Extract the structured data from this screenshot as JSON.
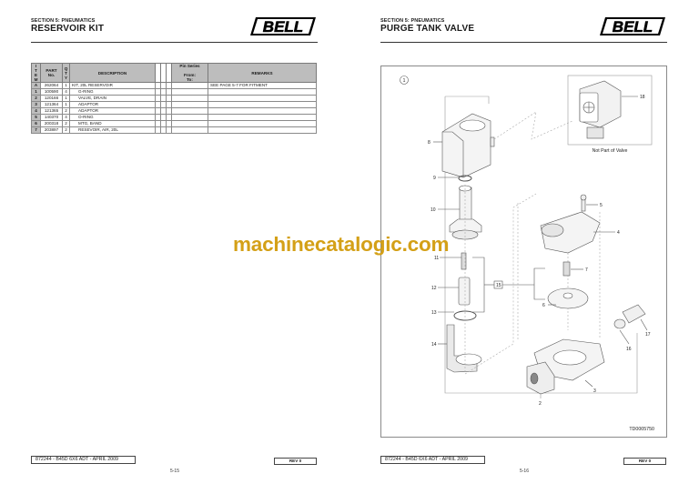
{
  "watermark": "machinecatalogic.com",
  "brand": {
    "logo_text": "BELL"
  },
  "pages": [
    {
      "section": "SECTION 5: PNEUMATICS",
      "title": "RESERVOIR KIT",
      "table": {
        "headers": {
          "item": [
            "I",
            "T",
            "E",
            "M"
          ],
          "part": [
            "PART",
            "No."
          ],
          "qty": [
            "Q",
            "T",
            "Y"
          ],
          "description": "DESCRIPTION",
          "pin_series": "Pin Series",
          "from": "From:",
          "to": "To:",
          "remarks": "REMARKS"
        },
        "rows": [
          {
            "item": "A",
            "part": "262064",
            "qty": "1",
            "description": "KIT, 20L RESERVOIR",
            "indent": false,
            "remarks": "SEE PAGE 5-7 FOR FITMENT"
          },
          {
            "item": "1",
            "part": "100590",
            "qty": "4",
            "description": "G-RING",
            "indent": true,
            "remarks": ""
          },
          {
            "item": "2",
            "part": "120166",
            "qty": "1",
            "description": "VALVE, DRAIN",
            "indent": true,
            "remarks": ""
          },
          {
            "item": "3",
            "part": "121364",
            "qty": "1",
            "description": "ADAPTOR",
            "indent": true,
            "remarks": ""
          },
          {
            "item": "4",
            "part": "121365",
            "qty": "2",
            "description": "ADAPTOR",
            "indent": true,
            "remarks": ""
          },
          {
            "item": "5",
            "part": "140370",
            "qty": "4",
            "description": "O-RING",
            "indent": true,
            "remarks": ""
          },
          {
            "item": "6",
            "part": "200318",
            "qty": "2",
            "description": "MTG, BAND",
            "indent": true,
            "remarks": ""
          },
          {
            "item": "7",
            "part": "203897",
            "qty": "2",
            "description": "RESEVOIR, AIR, 20L",
            "indent": true,
            "remarks": ""
          }
        ]
      },
      "footer": {
        "doc": "872244 - B45D 6X6 ADT - APRIL 2009",
        "rev": "REV 0",
        "page_number": "5-15"
      }
    },
    {
      "section": "SECTION 5: PNEUMATICS",
      "title": "PURGE TANK VALVE",
      "diagram": {
        "view_number": "1",
        "callouts": [
          "2",
          "3",
          "4",
          "5",
          "6",
          "7",
          "8",
          "9",
          "10",
          "11",
          "12",
          "13",
          "14",
          "15",
          "16",
          "17",
          "18"
        ],
        "note": "Not Part of Valve",
        "drawing_id": "TD0005750"
      },
      "footer": {
        "doc": "872244 - B45D 6X6 ADT - APRIL 2009",
        "rev": "REV 0",
        "page_number": "5-16"
      }
    }
  ]
}
